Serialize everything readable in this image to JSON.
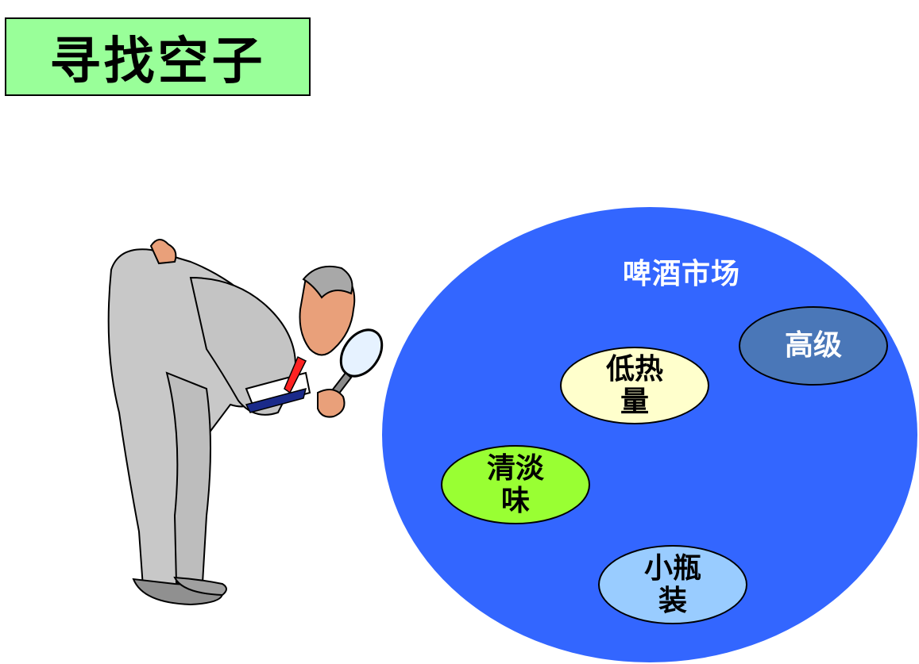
{
  "title": "寻找空子",
  "market": {
    "label": "啤酒市场",
    "color": "#3366ff"
  },
  "segments": {
    "high_end": "高级",
    "low_calorie": "低热量",
    "light_taste": "清淡味",
    "small_bottle": "小瓶装"
  },
  "illustration": "man-with-magnifying-glass"
}
